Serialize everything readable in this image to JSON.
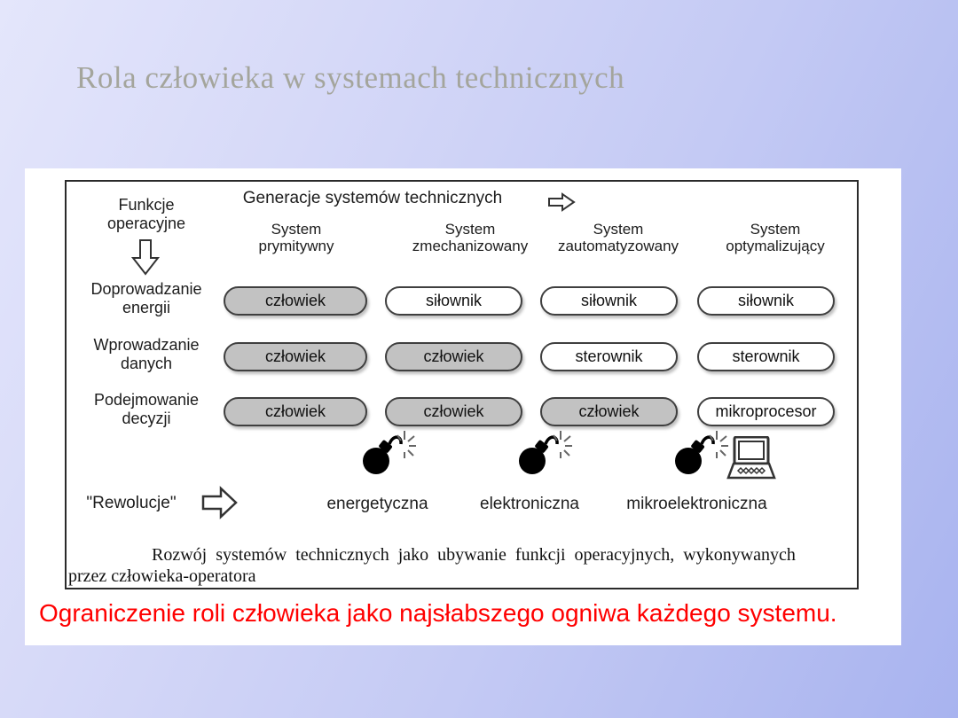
{
  "slide": {
    "title": "Rola człowieka w systemach technicznych",
    "conclusion": "Ograniczenie roli człowieka jako najsłabszego ogniwa każdego systemu."
  },
  "diagram": {
    "functions_label": {
      "line1": "Funkcje",
      "line2": "operacyjne"
    },
    "generations_title": "Generacje systemów technicznych",
    "columns": [
      {
        "line1": "System",
        "line2": "prymitywny"
      },
      {
        "line1": "System",
        "line2": "zmechanizowany"
      },
      {
        "line1": "System",
        "line2": "zautomatyzowany"
      },
      {
        "line1": "System",
        "line2": "optymalizujący"
      }
    ],
    "rows": [
      {
        "label": {
          "line1": "Doprowadzanie",
          "line2": "energii"
        },
        "cells": [
          {
            "text": "człowiek",
            "variant": "human"
          },
          {
            "text": "siłownik",
            "variant": "machine"
          },
          {
            "text": "siłownik",
            "variant": "machine"
          },
          {
            "text": "siłownik",
            "variant": "machine"
          }
        ]
      },
      {
        "label": {
          "line1": "Wprowadzanie",
          "line2": "danych"
        },
        "cells": [
          {
            "text": "człowiek",
            "variant": "human"
          },
          {
            "text": "człowiek",
            "variant": "human"
          },
          {
            "text": "sterownik",
            "variant": "machine"
          },
          {
            "text": "sterownik",
            "variant": "machine"
          }
        ]
      },
      {
        "label": {
          "line1": "Podejmowanie",
          "line2": "decyzji"
        },
        "cells": [
          {
            "text": "człowiek",
            "variant": "human"
          },
          {
            "text": "człowiek",
            "variant": "human"
          },
          {
            "text": "człowiek",
            "variant": "human"
          },
          {
            "text": "mikroprocesor",
            "variant": "machine"
          }
        ]
      }
    ],
    "revolutions_label": "\"Rewolucje\"",
    "revolutions": [
      "energetyczna",
      "elektroniczna",
      "mikroelektroniczna"
    ],
    "caption_line1": "Rozwój systemów technicznych jako ubywanie funkcji operacyjnych, wykonywanych",
    "caption_line2": "przez człowieka-operatora",
    "icons": [
      "bomb-icon",
      "bomb-icon",
      "bomb-icon",
      "computer-icon",
      "down-arrow-icon",
      "right-arrow-icon"
    ],
    "colors": {
      "human_pill_fill": "#c2c2c2",
      "machine_pill_fill": "#ffffff",
      "conclusion_text": "#ff0000",
      "title_text": "#a4a59c"
    }
  }
}
